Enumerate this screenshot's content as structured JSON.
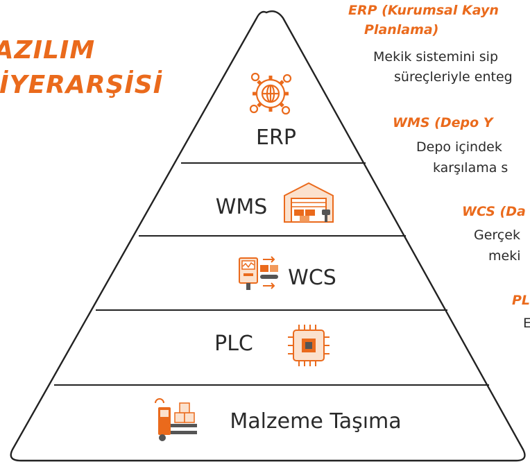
{
  "title": {
    "line1": "YAZILIM",
    "line2": "HİYERARŞİSİ"
  },
  "pyramid": {
    "layers": [
      {
        "label": "ERP",
        "icon": "erp-globe-gear-icon"
      },
      {
        "label": "WMS",
        "icon": "warehouse-icon"
      },
      {
        "label": "WCS",
        "icon": "control-conveyor-icon"
      },
      {
        "label": "PLC",
        "icon": "microchip-icon"
      },
      {
        "label": "Malzeme Taşıma",
        "icon": "forklift-icon"
      }
    ]
  },
  "sidebar": {
    "erp_heading_1": "ERP (Kurumsal Kayn",
    "erp_heading_2": "Planlama)",
    "erp_text_1": "Mekik sistemini sip",
    "erp_text_2": "süreçleriyle enteg",
    "wms_heading": "WMS (Depo Y",
    "wms_text_1": "Depo içindek",
    "wms_text_2": "karşılama s",
    "wcs_heading": "WCS (Da",
    "wcs_text_1": "Gerçek",
    "wcs_text_2": "meki",
    "plc_heading": "PL",
    "plc_text_1": "E"
  },
  "colors": {
    "accent": "#ea6a1c",
    "outline": "#222222",
    "text": "#2a2a2a"
  }
}
